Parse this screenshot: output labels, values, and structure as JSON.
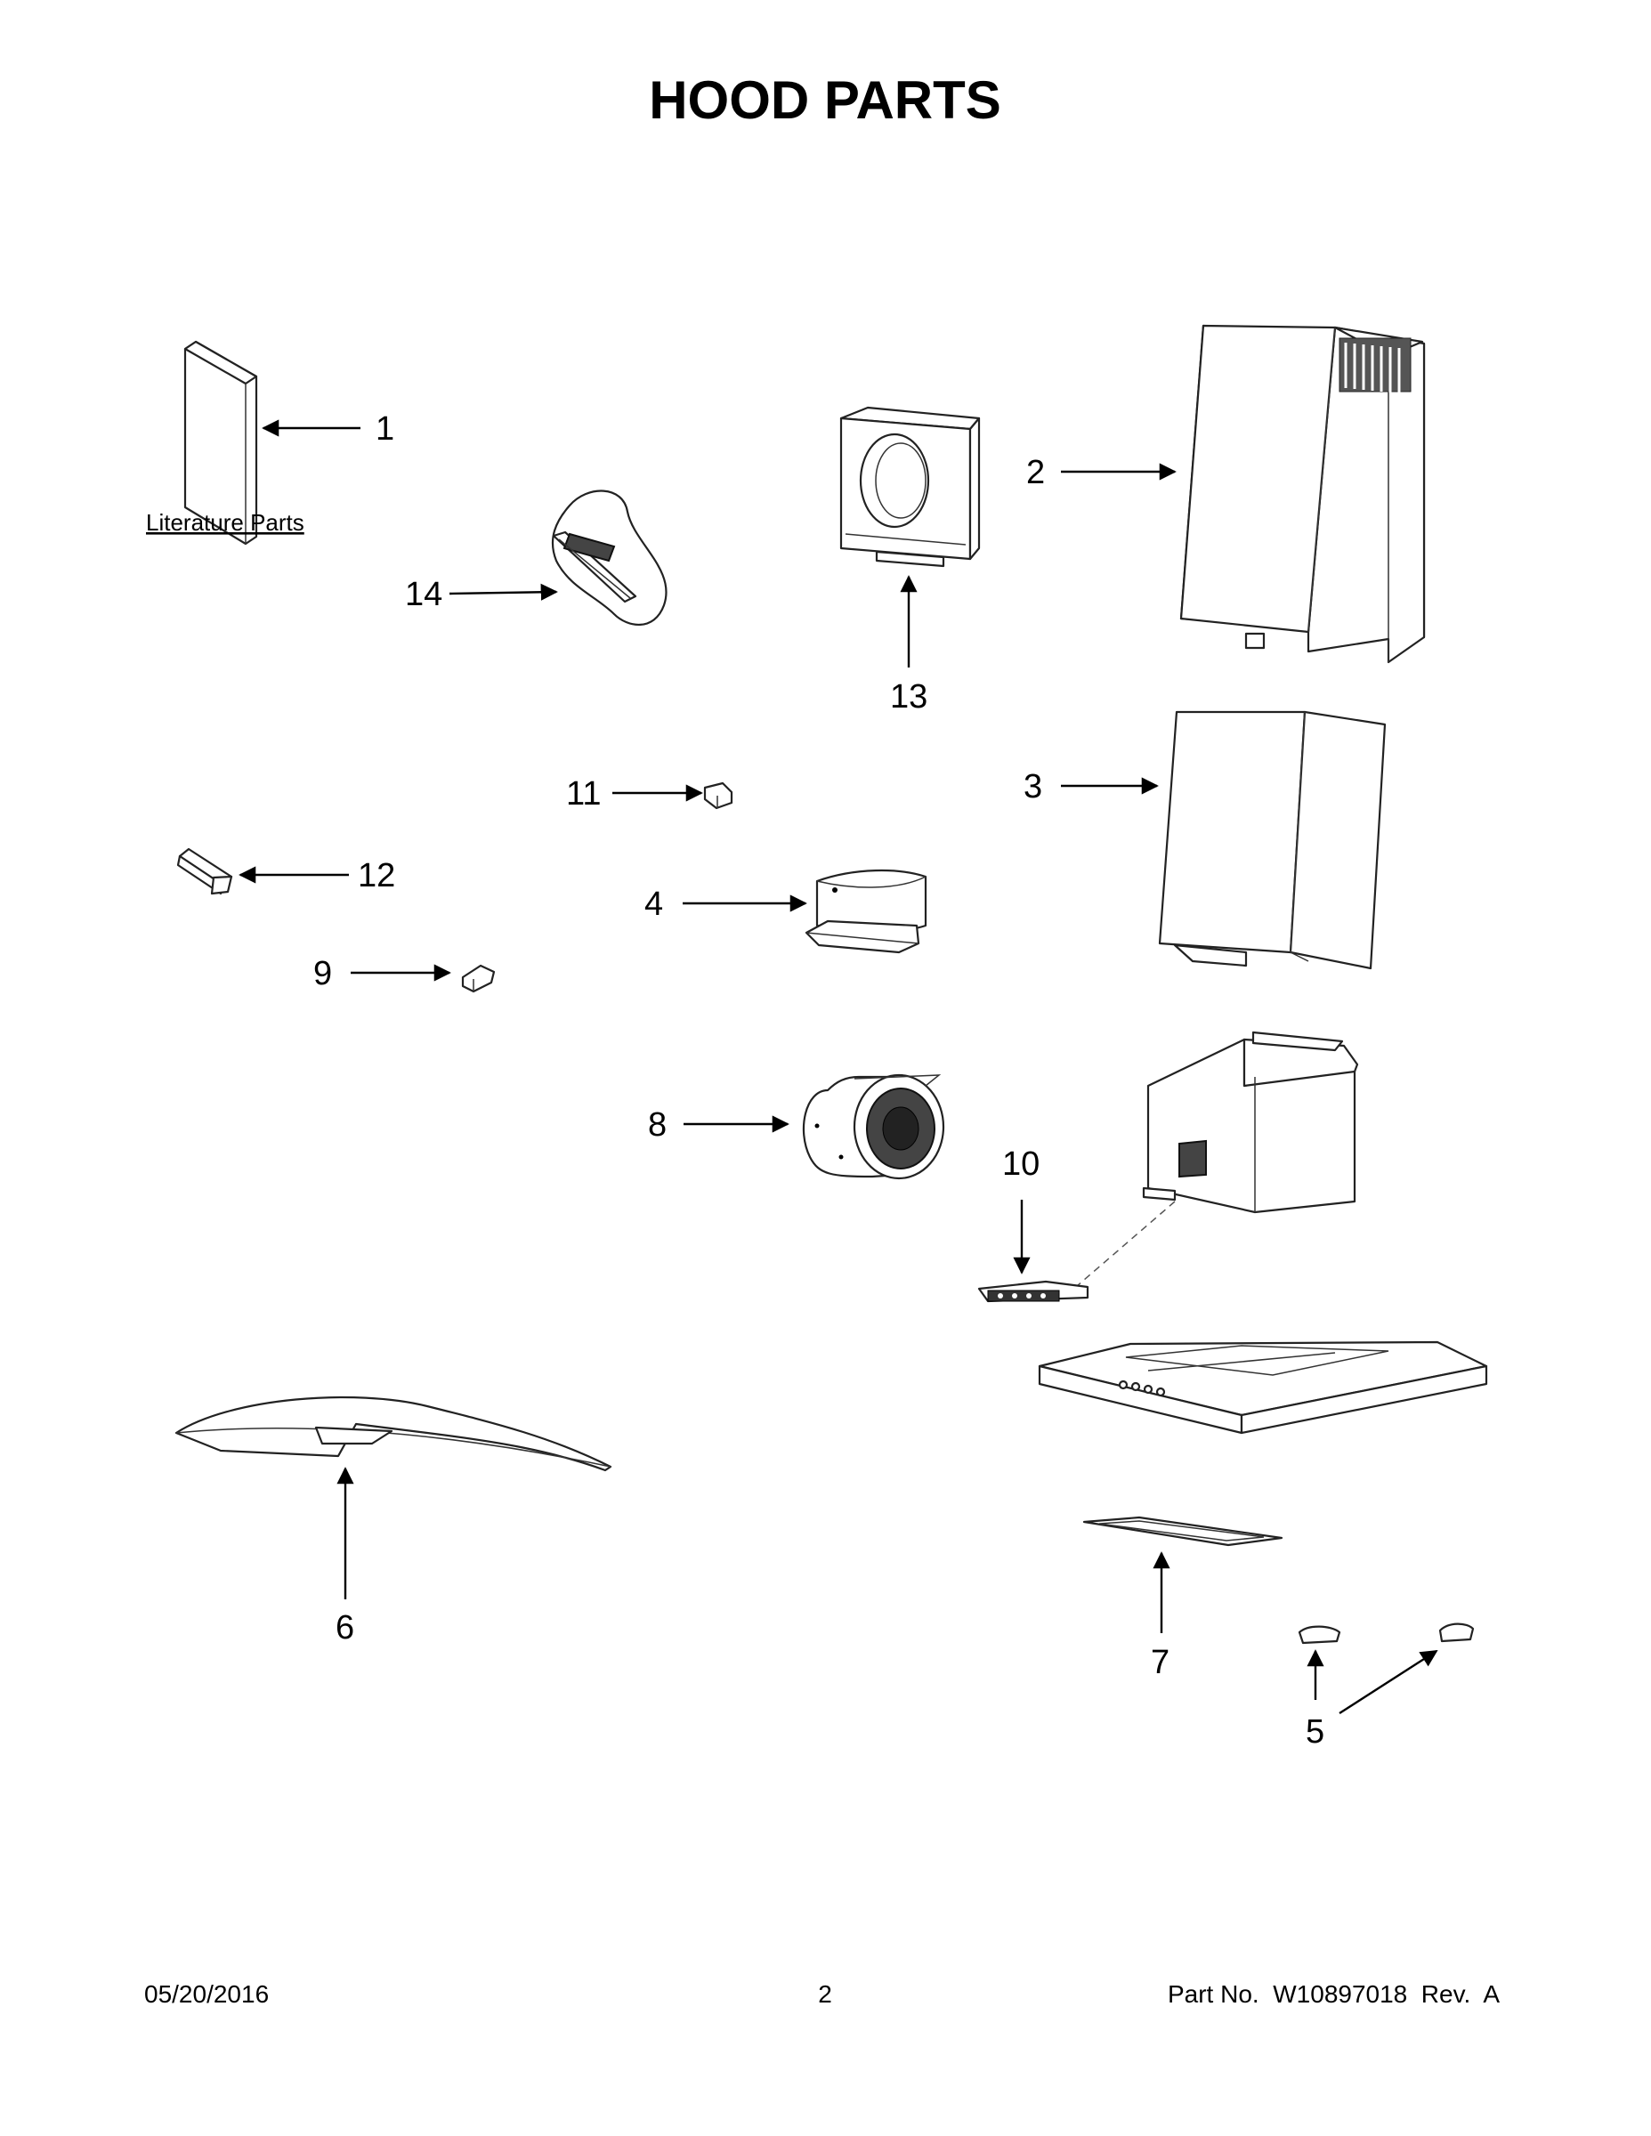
{
  "title": "HOOD PARTS",
  "literature_label": "Literature Parts",
  "callouts": [
    {
      "id": "1",
      "label": "1"
    },
    {
      "id": "2",
      "label": "2"
    },
    {
      "id": "3",
      "label": "3"
    },
    {
      "id": "4",
      "label": "4"
    },
    {
      "id": "5",
      "label": "5"
    },
    {
      "id": "6",
      "label": "6"
    },
    {
      "id": "7",
      "label": "7"
    },
    {
      "id": "8",
      "label": "8"
    },
    {
      "id": "9",
      "label": "9"
    },
    {
      "id": "10",
      "label": "10"
    },
    {
      "id": "11",
      "label": "11"
    },
    {
      "id": "12",
      "label": "12"
    },
    {
      "id": "13",
      "label": "13"
    },
    {
      "id": "14",
      "label": "14"
    }
  ],
  "footer": {
    "date": "05/20/2016",
    "page": "2",
    "part_no": "Part No.  W10897018  Rev.  A"
  }
}
